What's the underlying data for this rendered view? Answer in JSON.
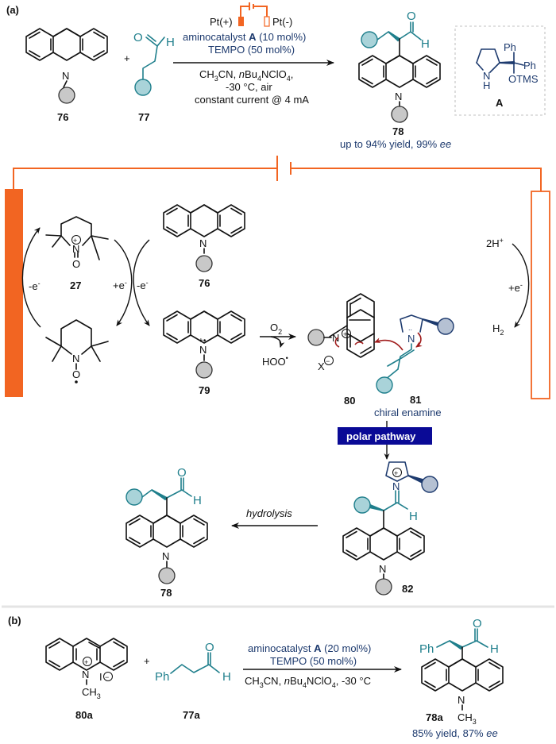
{
  "panels": {
    "a": {
      "label": "(a)",
      "reactants": [
        {
          "id": "76",
          "label": "76",
          "name": "N-substituted 9,10-dihydroacridine"
        },
        {
          "id": "77",
          "label": "77",
          "name": "aldehyde"
        }
      ],
      "plus": "+",
      "electrodes": {
        "anode": "Pt(+)",
        "cathode": "Pt(-)"
      },
      "conditions_above": {
        "catalyst_prefix": "aminocatalyst ",
        "catalyst_letter": "A",
        "catalyst_loading": " (10 mol%)",
        "additive": "TEMPO (50 mol%)"
      },
      "conditions_below": {
        "line1_a": "CH",
        "line1_sub1": "3",
        "line1_b": "CN, ",
        "line1_n": "n",
        "line1_c": "Bu",
        "line1_sub2": "4",
        "line1_d": "NClO",
        "line1_sub3": "4",
        "line1_e": ",",
        "line2": "-30 °C, air",
        "line3": "constant current @ 4 mA"
      },
      "product": {
        "id": "78",
        "label": "78",
        "result_prefix": "up to 94% yield, 99% ",
        "result_ee": "ee"
      },
      "catalyst_box": {
        "ph1": "Ph",
        "ph2": "Ph",
        "otms": "OTMS",
        "nh_n": "N",
        "nh_h": "H",
        "label": "A"
      }
    },
    "mechanism": {
      "tempo_oxo": {
        "label": "27",
        "n": "N",
        "o": "O",
        "charge": "+"
      },
      "tempo_radical": {
        "n": "N",
        "o": "O"
      },
      "electron_labels": {
        "left": "-e",
        "middle_plus": "+e",
        "middle_minus": "-e",
        "right": "+e",
        "sup": "-"
      },
      "acridine_76": {
        "label": "76",
        "n": "N"
      },
      "radical_cation_79": {
        "label": "79",
        "n": "N",
        "mark": "+•"
      },
      "o2_step": {
        "top": "O",
        "top_sub": "2",
        "bottom": "HOO",
        "bottom_sup": "•"
      },
      "acridinium_80": {
        "label": "80",
        "n": "N",
        "charge": "+",
        "counterion": "X",
        "counter_charge": "−"
      },
      "enamine_81": {
        "label": "81",
        "caption": "chiral enamine",
        "n": "N"
      },
      "pathway_badge": "polar pathway",
      "iminium_82": {
        "label": "82",
        "n": "N",
        "h": "H",
        "charge": "+",
        "n_bottom": "N"
      },
      "hydrolysis": "hydrolysis",
      "product_78": {
        "label": "78",
        "o": "O",
        "h": "H",
        "n": "N"
      },
      "cathode": {
        "protons": "2H",
        "protons_sup": "+",
        "h2": "H",
        "h2_sub": "2"
      }
    },
    "b": {
      "label": "(b)",
      "reactant_80a": {
        "label": "80a",
        "n": "N",
        "charge": "+",
        "iodide": "I",
        "methyl": "CH",
        "methyl_sub": "3"
      },
      "plus": "+",
      "reactant_77a": {
        "label": "77a",
        "ph": "Ph",
        "o": "O",
        "h": "H"
      },
      "conditions_above": {
        "catalyst_prefix": "aminocatalyst ",
        "catalyst_letter": "A",
        "catalyst_loading": " (20 mol%)",
        "additive": "TEMPO (50 mol%)"
      },
      "conditions_below": {
        "a": "CH",
        "sub1": "3",
        "b": "CN, ",
        "n": "n",
        "c": "Bu",
        "sub2": "4",
        "d": "NClO",
        "sub3": "4",
        "e": ", -30 °C"
      },
      "product_78a": {
        "label": "78a",
        "ph": "Ph",
        "o": "O",
        "h": "H",
        "n": "N",
        "methyl": "CH",
        "methyl_sub": "3",
        "result_prefix": "85% yield, 87% ",
        "result_ee": "ee"
      }
    }
  },
  "colors": {
    "electrode_orange": "#f26522",
    "teal_substrate": "#1f7f8c",
    "navy_catalyst": "#1d3a6e",
    "badge_blue": "#0a0a96",
    "gray_substituent": "#c8c8c8",
    "light_teal_fill": "#a9d3d9",
    "navy_fill": "#b5c1d3",
    "mechanism_arrow_red": "#a01c1c"
  }
}
